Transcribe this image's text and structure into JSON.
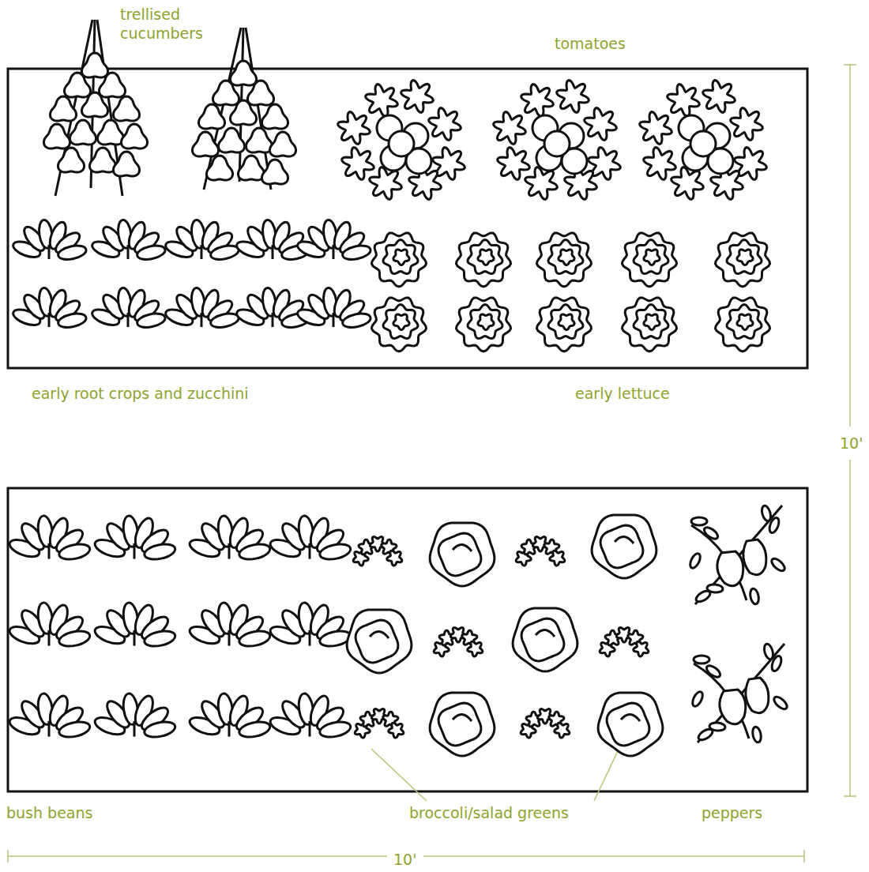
{
  "diagram": {
    "labels": [
      "trellised cucumbers",
      "tomatoes",
      "early root crops and zucchini",
      "early lettuce",
      "10'",
      "bush beans",
      "broccoli/salad greens",
      "peppers",
      "10'"
    ]
  }
}
